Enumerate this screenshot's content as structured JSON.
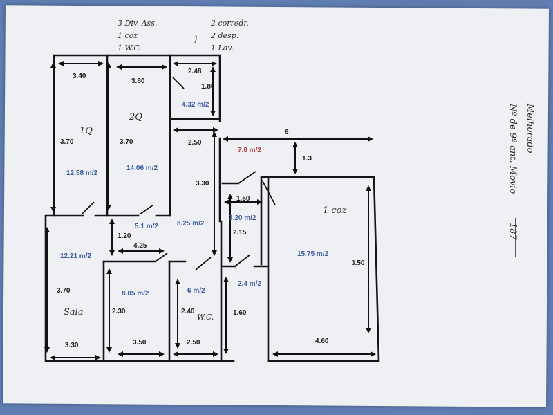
{
  "header_notes": {
    "left": [
      "3 Div. Ass.",
      "1 coz",
      "1 W.C."
    ],
    "brace": "}",
    "right": [
      "2 corredr.",
      "2 desp.",
      "1 Lav."
    ]
  },
  "side_notes": {
    "line1": "Melhorado",
    "line2": "Nº de 9º ant. Movio",
    "page": "187"
  },
  "dimensions": {
    "d1_w": "3.40",
    "d1_h": "3.70",
    "d2_w": "3.80",
    "d2_h": "3.70",
    "desp_w": "2.48",
    "desp_h": "1.80",
    "corr_w": "2.50",
    "corr_h": "3.30",
    "top_w": "6",
    "top_h": "1.3",
    "c150": "1.50",
    "c215": "2.15",
    "hall_h": "1.20",
    "hall_w": "4.25",
    "sala_h": "3.70",
    "sala_w": "3.30",
    "q3_h": "2.30",
    "q3_w": "3.50",
    "wc_h": "2.40",
    "wc_w": "2.50",
    "lav_h": "1.60",
    "coz_h": "3.50",
    "coz_w": "4.60"
  },
  "areas": {
    "a1": "12.58 m/2",
    "a2": "14.06 m/2",
    "a3": "4.32 m/2",
    "a4": "7.8 m/2",
    "a5": "5.1 m/2",
    "a6": "8.25 m/2",
    "a7": "3.20 m/2",
    "a8": "15.75 m/2",
    "a9": "12.21 m/2",
    "a10": "8.05 m/2",
    "a11": "6 m/2",
    "a12": "2.4 m/2"
  },
  "room_labels": {
    "q1": "1Q",
    "q2": "2Q",
    "coz": "1 coz",
    "sala": "Sala",
    "wc": "W.C."
  }
}
